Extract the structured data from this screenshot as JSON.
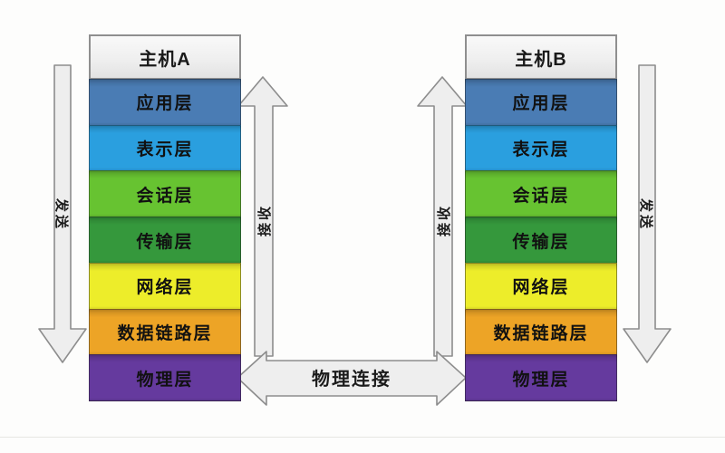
{
  "hosts": {
    "a": "主机A",
    "b": "主机B"
  },
  "layers": [
    {
      "label": "应用层",
      "color": "#4a7cb4"
    },
    {
      "label": "表示层",
      "color": "#2a9fdf"
    },
    {
      "label": "会话层",
      "color": "#67c331"
    },
    {
      "label": "传输层",
      "color": "#35983c"
    },
    {
      "label": "网络层",
      "color": "#eded2a"
    },
    {
      "label": "数据链路层",
      "color": "#eda426"
    },
    {
      "label": "物理层",
      "color": "#653a9e"
    }
  ],
  "arrows": {
    "send_left": "发送",
    "receive_left": "接收",
    "receive_right": "接收",
    "send_right": "发送",
    "physical_link": "物理连接"
  },
  "colors": {
    "arrow_fill": "#eeeeee",
    "arrow_stroke": "#8d8d8d"
  }
}
